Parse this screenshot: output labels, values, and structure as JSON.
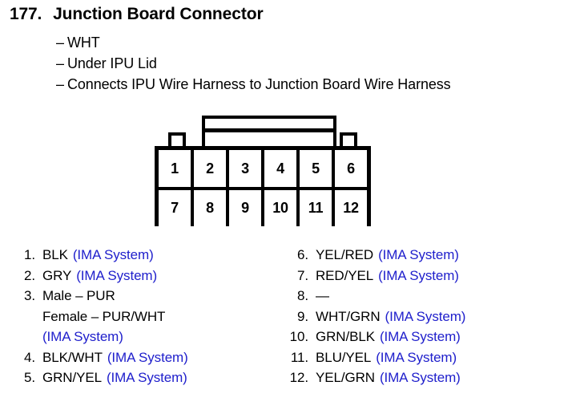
{
  "header": {
    "number": "177.",
    "title": "Junction Board Connector",
    "bullets": [
      "WHT",
      "Under IPU Lid",
      "Connects IPU Wire Harness to Junction Board Wire Harness"
    ],
    "bullet_dash": "–"
  },
  "connector": {
    "name": "junction-board-connector",
    "rows": [
      [
        "1",
        "2",
        "3",
        "4",
        "5",
        "6"
      ],
      [
        "7",
        "8",
        "9",
        "10",
        "11",
        "12"
      ]
    ]
  },
  "system_note": "(IMA System)",
  "colors": {
    "system_note_blue": "#2020cc",
    "line_black": "#000000",
    "background": "#ffffff"
  },
  "pins_left": [
    {
      "num": "1.",
      "wire": "BLK",
      "note": "(IMA System)",
      "sublines": []
    },
    {
      "num": "2.",
      "wire": "GRY",
      "note": "(IMA System)",
      "sublines": []
    },
    {
      "num": "3.",
      "wire": "Male – PUR",
      "note": "",
      "sublines": [
        {
          "text": "Female – PUR/WHT",
          "note": ""
        },
        {
          "text": "",
          "note": "(IMA System)"
        }
      ]
    },
    {
      "num": "4.",
      "wire": "BLK/WHT",
      "note": "(IMA System)",
      "sublines": []
    },
    {
      "num": "5.",
      "wire": "GRN/YEL",
      "note": "(IMA System)",
      "sublines": []
    }
  ],
  "pins_right": [
    {
      "num": "6.",
      "wire": "YEL/RED",
      "note": "(IMA System)",
      "sublines": []
    },
    {
      "num": "7.",
      "wire": "RED/YEL",
      "note": "(IMA System)",
      "sublines": []
    },
    {
      "num": "8.",
      "wire": "—",
      "note": "",
      "sublines": []
    },
    {
      "num": "9.",
      "wire": "WHT/GRN",
      "note": "(IMA System)",
      "sublines": []
    },
    {
      "num": "10.",
      "wire": "GRN/BLK",
      "note": "(IMA System)",
      "sublines": []
    },
    {
      "num": "11.",
      "wire": "BLU/YEL",
      "note": "(IMA System)",
      "sublines": []
    },
    {
      "num": "12.",
      "wire": "YEL/GRN",
      "note": "(IMA System)",
      "sublines": []
    }
  ]
}
